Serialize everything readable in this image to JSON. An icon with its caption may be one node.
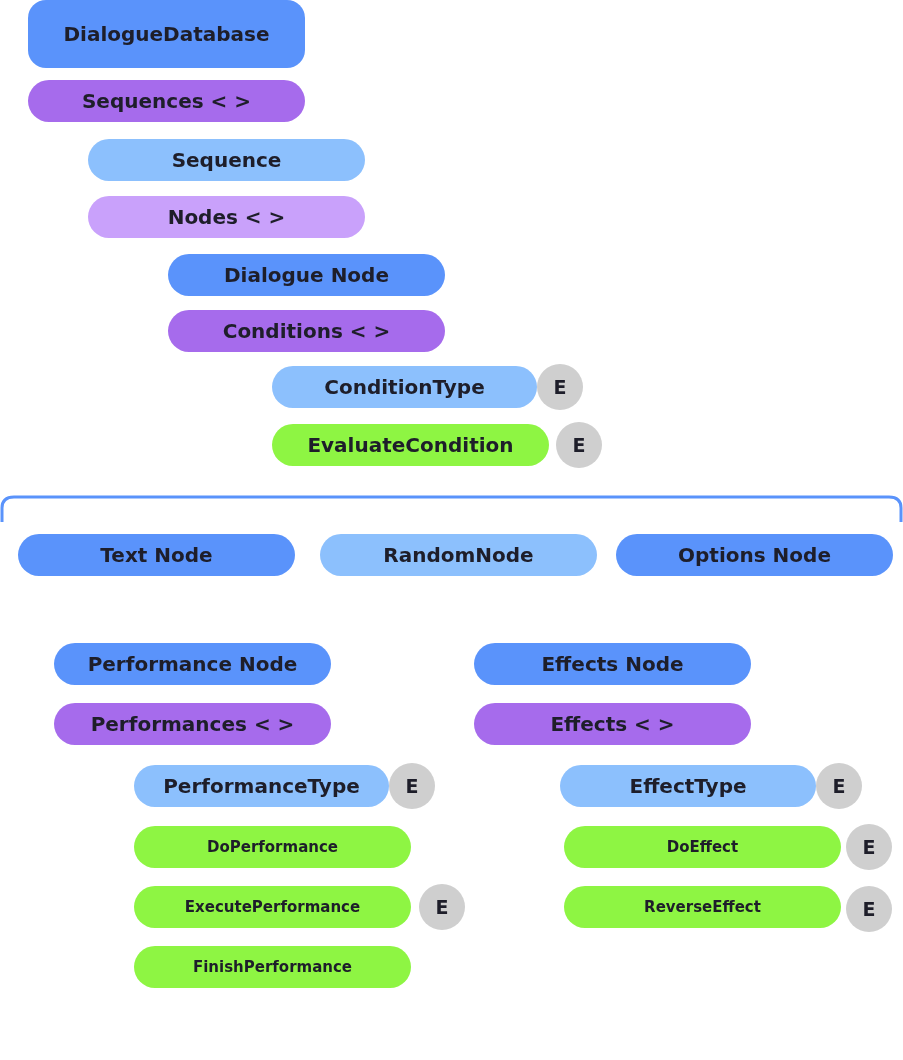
{
  "diagram": {
    "nodes": [
      {
        "text": [
          "DialogueDatabase"
        ]
      },
      {
        "text": [
          "Sequences < >"
        ]
      },
      {
        "text": [
          "Sequence"
        ]
      },
      {
        "text": [
          "Nodes < >"
        ]
      },
      {
        "text": [
          "Dialogue Node"
        ]
      },
      {
        "text": [
          "Conditions < >"
        ]
      },
      {
        "text": [
          "ConditionType"
        ]
      },
      {
        "text": [
          "E"
        ]
      },
      {
        "text": [
          "EvaluateCondition"
        ]
      },
      {
        "text": [
          "E"
        ]
      },
      {
        "text": [
          "Text Node"
        ]
      },
      {
        "text": [
          "RandomNode"
        ]
      },
      {
        "text": [
          "Options Node"
        ]
      },
      {
        "text": [
          "Performance Node"
        ]
      },
      {
        "text": [
          "Effects Node"
        ]
      },
      {
        "text": [
          "Performances < >"
        ]
      },
      {
        "text": [
          "Effects < >"
        ]
      },
      {
        "text": [
          "PerformanceType"
        ]
      },
      {
        "text": [
          "E"
        ]
      },
      {
        "text": [
          "EffectType"
        ]
      },
      {
        "text": [
          "E"
        ]
      },
      {
        "text": [
          "DoPerformance"
        ]
      },
      {
        "text": [
          "DoEffect"
        ]
      },
      {
        "text": [
          "E"
        ]
      },
      {
        "text": [
          "ExecutePerformance"
        ]
      },
      {
        "text": [
          "E"
        ]
      },
      {
        "text": [
          "ReverseEffect"
        ]
      },
      {
        "text": [
          "E"
        ]
      },
      {
        "text": [
          "FinishPerformance"
        ]
      }
    ]
  }
}
